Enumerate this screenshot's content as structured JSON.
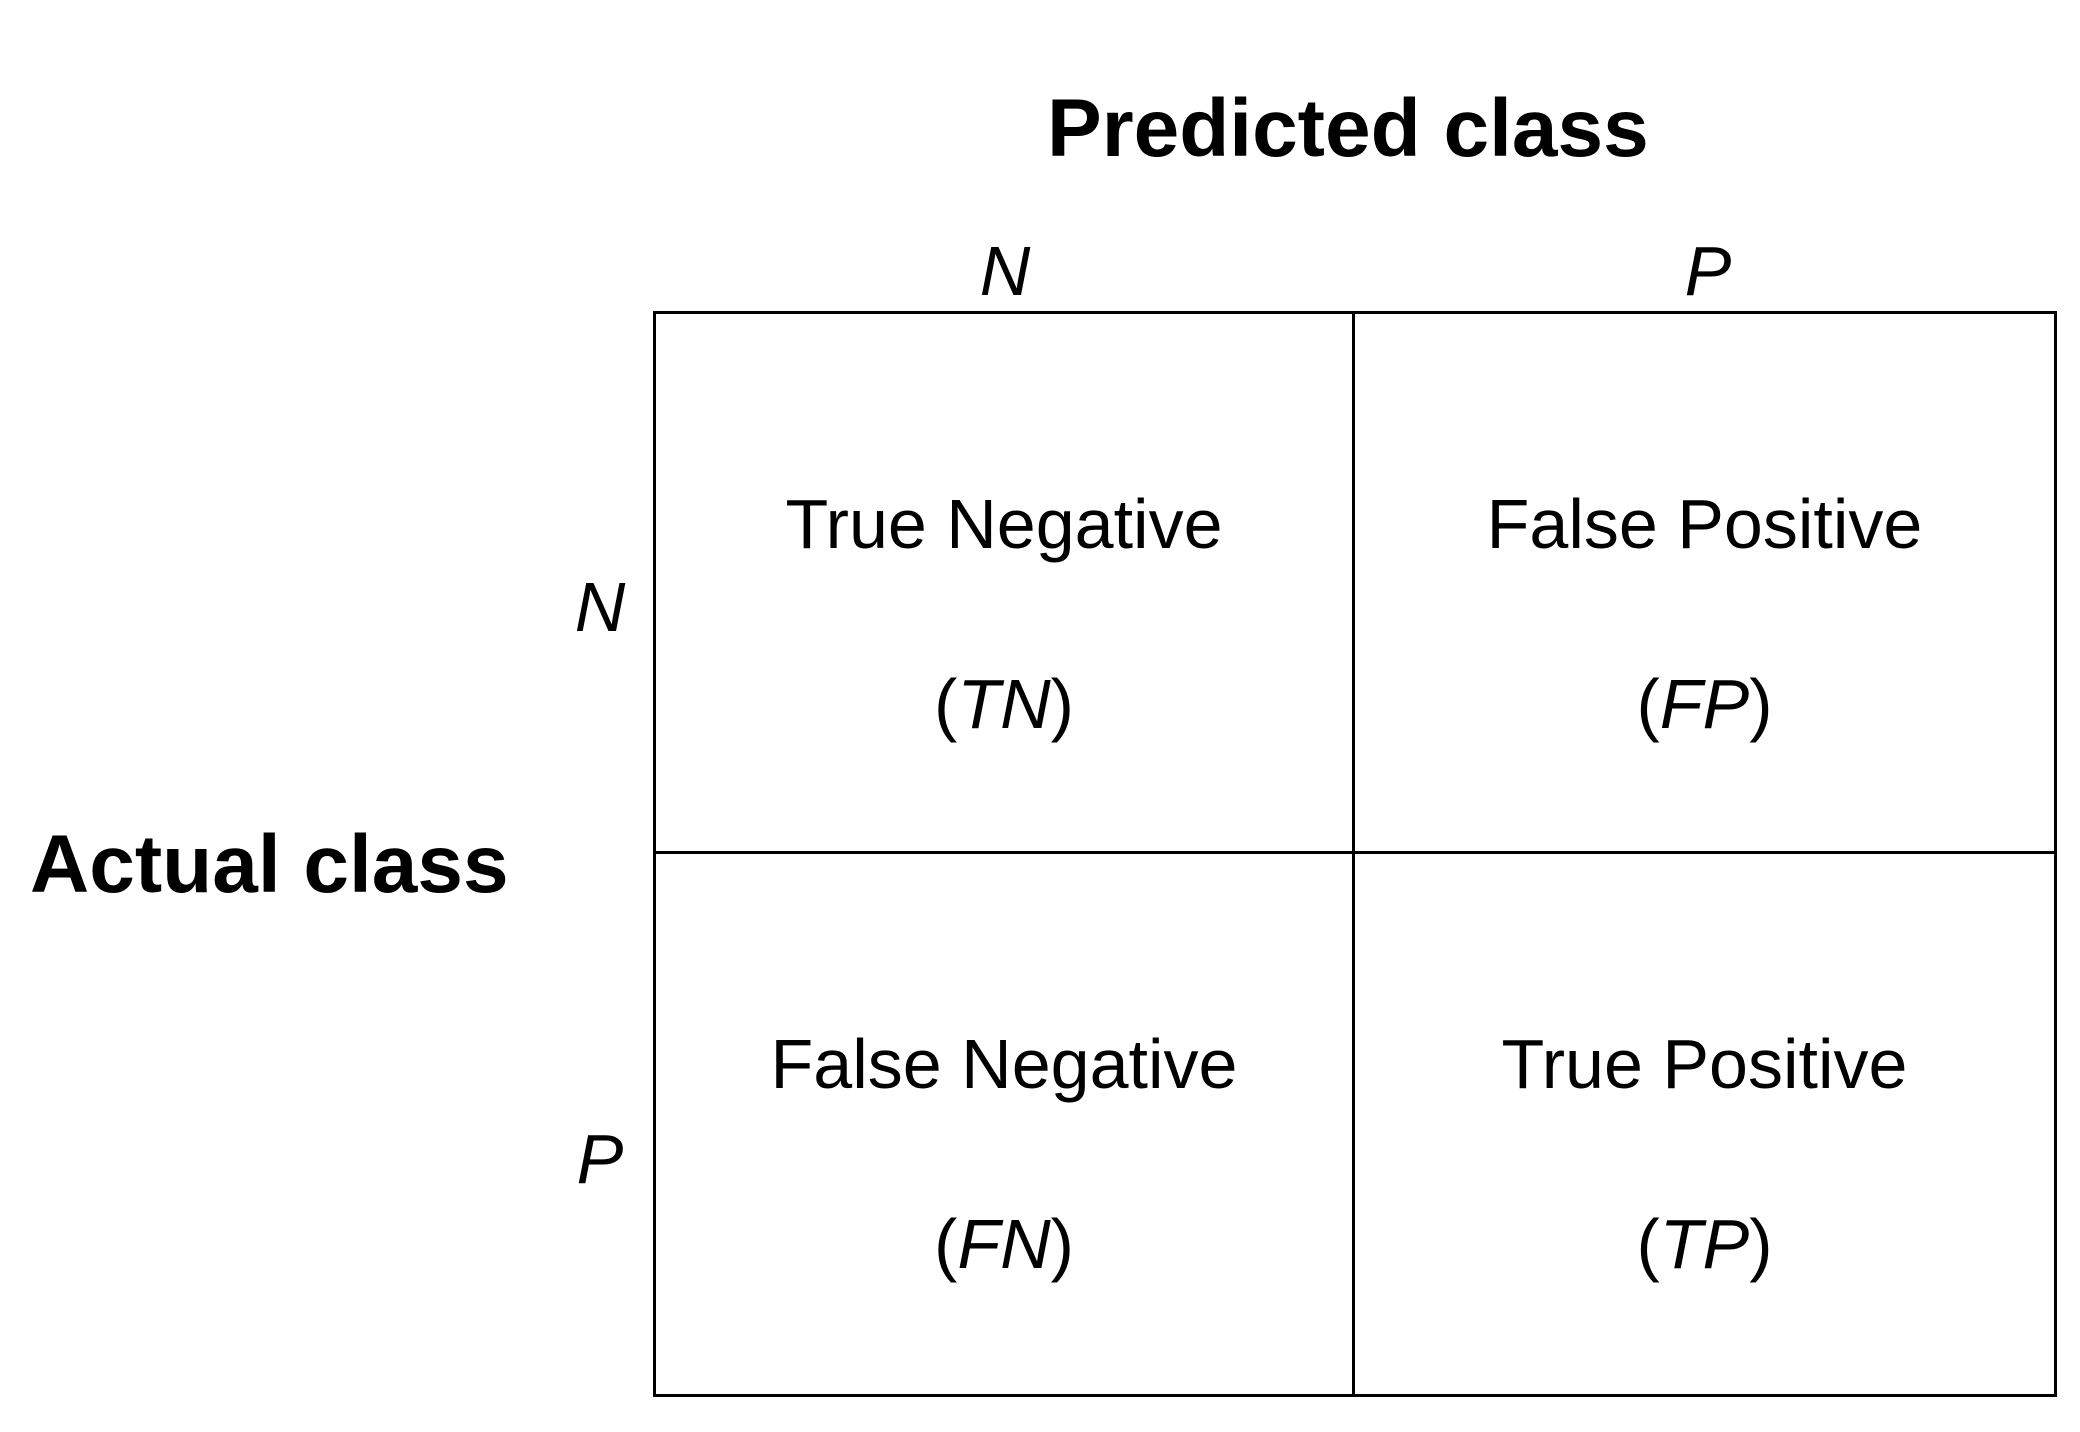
{
  "diagram": {
    "predicted_title": "Predicted class",
    "actual_title": "Actual class",
    "columns": [
      "N",
      "P"
    ],
    "rows": [
      "N",
      "P"
    ],
    "cells": [
      {
        "name": "True Negative",
        "abbr": "TN",
        "open": "(",
        "close": ")"
      },
      {
        "name": "False Positive",
        "abbr": "FP",
        "open": "(",
        "close": ")"
      },
      {
        "name": "False Negative",
        "abbr": "FN",
        "open": "(",
        "close": ")"
      },
      {
        "name": "True Positive",
        "abbr": "TP",
        "open": "(",
        "close": ")"
      }
    ]
  }
}
